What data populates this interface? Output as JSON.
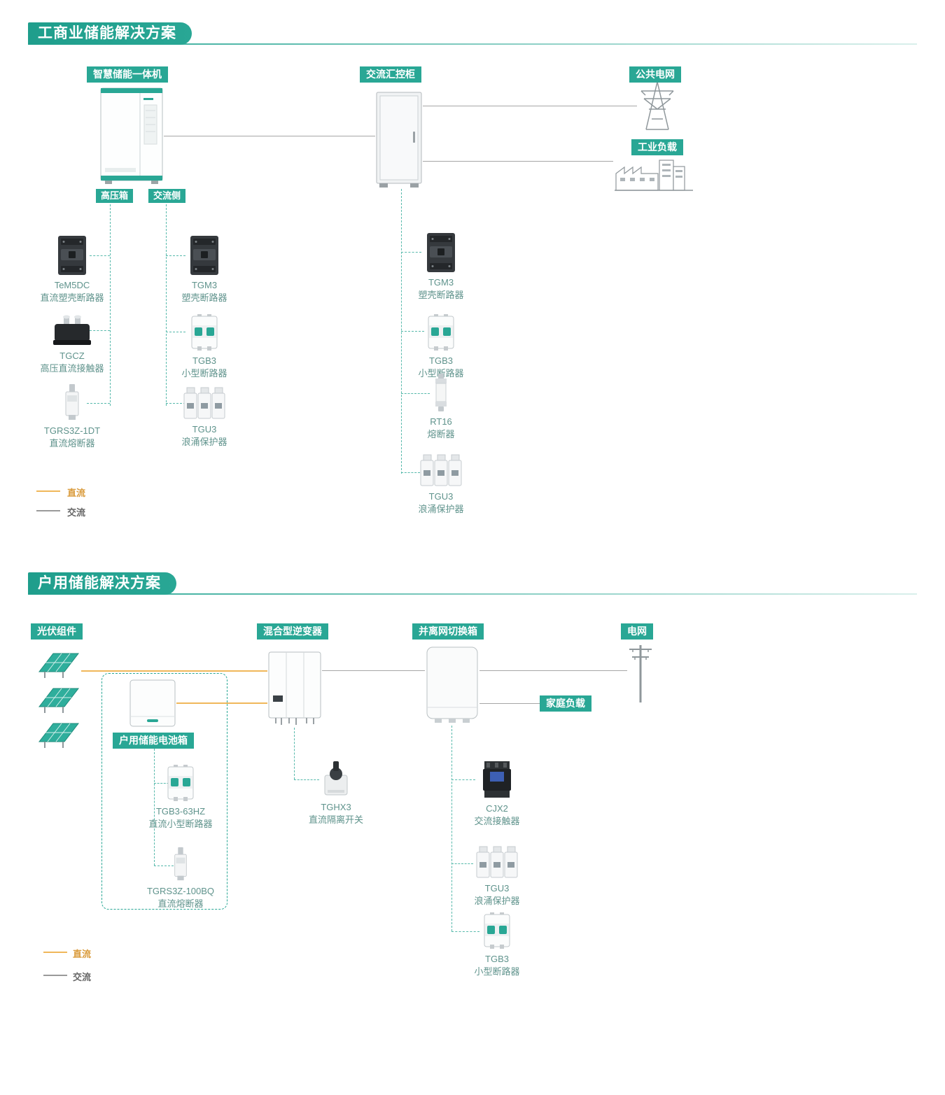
{
  "theme": {
    "accent": "#29a795",
    "dashed": "#56b9ab",
    "dc_color": "#f0b75a",
    "ac_color": "#a6a6a6",
    "product_text": "#5f938c"
  },
  "section1": {
    "title": "工商业储能解决方案",
    "nodes": {
      "storage": "智慧储能一体机",
      "ac_cabinet": "交流汇控柜",
      "public_grid": "公共电网",
      "industrial_load": "工业负载",
      "hv_box": "高压箱",
      "ac_side": "交流侧"
    },
    "products": {
      "hv": [
        {
          "model": "TeM5DC",
          "name": "直流塑壳断路器"
        },
        {
          "model": "TGCZ",
          "name": "高压直流接触器"
        },
        {
          "model": "TGRS3Z-1DT",
          "name": "直流熔断器"
        }
      ],
      "ac_side": [
        {
          "model": "TGM3",
          "name": "塑壳断路器"
        },
        {
          "model": "TGB3",
          "name": "小型断路器"
        },
        {
          "model": "TGU3",
          "name": "浪涌保护器"
        }
      ],
      "cabinet": [
        {
          "model": "TGM3",
          "name": "塑壳断路器"
        },
        {
          "model": "TGB3",
          "name": "小型断路器"
        },
        {
          "model": "RT16",
          "name": "熔断器"
        },
        {
          "model": "TGU3",
          "name": "浪涌保护器"
        }
      ]
    },
    "legend": {
      "dc": "直流",
      "ac": "交流"
    }
  },
  "section2": {
    "title": "户用储能解决方案",
    "nodes": {
      "pv": "光伏组件",
      "inverter": "混合型逆变器",
      "switch_box": "并离网切换箱",
      "grid": "电网",
      "home_load": "家庭负载",
      "battery_box": "户用储能电池箱"
    },
    "products": {
      "battery": [
        {
          "model": "TGB3-63HZ",
          "name": "直流小型断路器"
        },
        {
          "model": "TGRS3Z-100BQ",
          "name": "直流熔断器"
        }
      ],
      "inverter": [
        {
          "model": "TGHX3",
          "name": "直流隔离开关"
        }
      ],
      "switch": [
        {
          "model": "CJX2",
          "name": "交流接触器"
        },
        {
          "model": "TGU3",
          "name": "浪涌保护器"
        },
        {
          "model": "TGB3",
          "name": "小型断路器"
        }
      ]
    },
    "legend": {
      "dc": "直流",
      "ac": "交流"
    }
  }
}
